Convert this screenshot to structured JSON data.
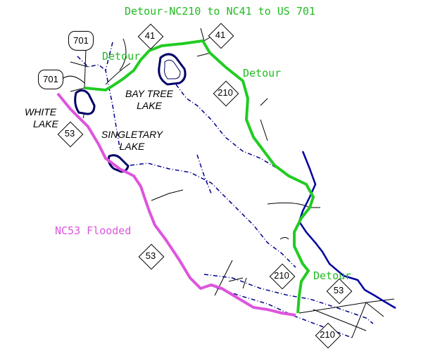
{
  "title": "Detour-NC210 to NC41 to US 701",
  "detour_labels": [
    "Detour",
    "Detour",
    "Detour"
  ],
  "flooded_label": "NC53 Flooded",
  "lakes": {
    "bay_tree": [
      "BAY TREE",
      "LAKE"
    ],
    "white": [
      "WHITE",
      "LAKE"
    ],
    "singletary": [
      "SINGLETARY",
      "LAKE"
    ]
  },
  "shields": {
    "us701_a": "701",
    "us701_b": "701",
    "nc41_a": "41",
    "nc41_b": "41",
    "nc210_a": "210",
    "nc53_a": "53",
    "nc53_b": "53",
    "nc210_b": "210",
    "nc53_c": "53",
    "nc210_c": "210"
  },
  "colors": {
    "detour": "#22cc22",
    "flooded": "#dd55dd",
    "water": "#00008b",
    "roads": "#000000"
  }
}
